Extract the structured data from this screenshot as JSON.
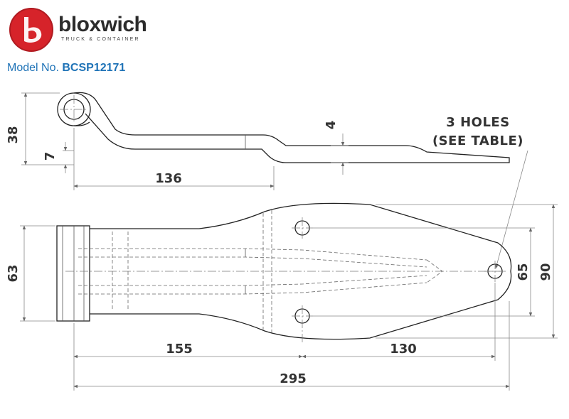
{
  "brand": {
    "name": "bloxwich",
    "tagline": "TRUCK & CONTAINER",
    "logo_letter": "b",
    "logo_color": "#d6232a"
  },
  "model": {
    "label": "Model No.",
    "number": "BCSP12171",
    "color": "#1f73b7"
  },
  "dimensions": {
    "height_38": "38",
    "height_7": "7",
    "thickness_4": "4",
    "length_136": "136",
    "width_63": "63",
    "length_155": "155",
    "length_130": "130",
    "length_295": "295",
    "hole_spacing_65": "65",
    "width_90": "90"
  },
  "note": {
    "line1": "3 HOLES",
    "line2": "(SEE TABLE)"
  }
}
